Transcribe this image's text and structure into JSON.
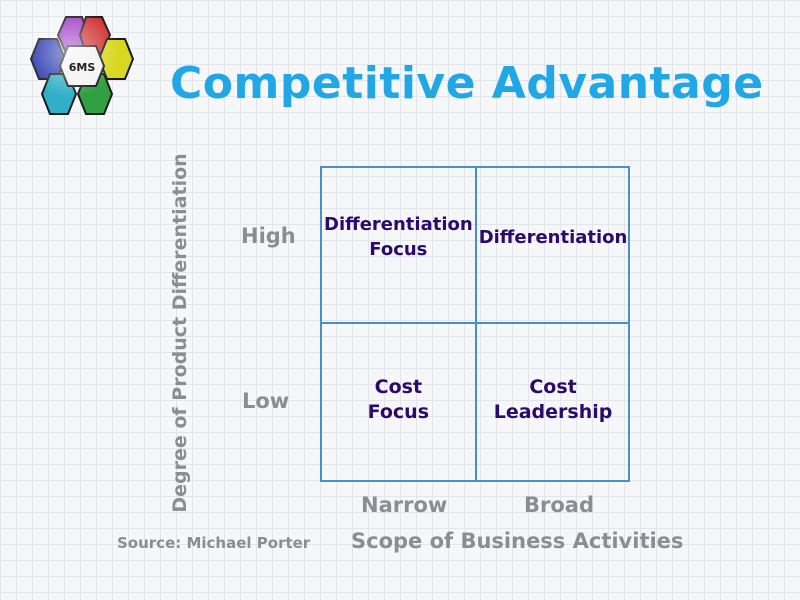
{
  "logo": {
    "text": "6MS",
    "colors": [
      "#a040c8",
      "#d03030",
      "#2c3cb0",
      "#d8d820",
      "#30b0c8",
      "#30a040"
    ]
  },
  "title": "Competitive Advantage",
  "axes": {
    "y_title": "Degree of Product Differentiation",
    "y_ticks": [
      "High",
      "Low"
    ],
    "x_title": "Scope of Business Activities",
    "x_ticks": [
      "Narrow",
      "Broad"
    ]
  },
  "matrix": {
    "top_left": "Differentiation\nFocus",
    "top_right": "Differentiation",
    "bottom_left": "Cost\nFocus",
    "bottom_right": "Cost\nLeadership"
  },
  "source": "Source: Michael Porter",
  "colors": {
    "title": "#22a7e6",
    "grid_line": "#4a90c2",
    "cell_text": "#2b0a6b",
    "label_text": "#8a8d92"
  }
}
